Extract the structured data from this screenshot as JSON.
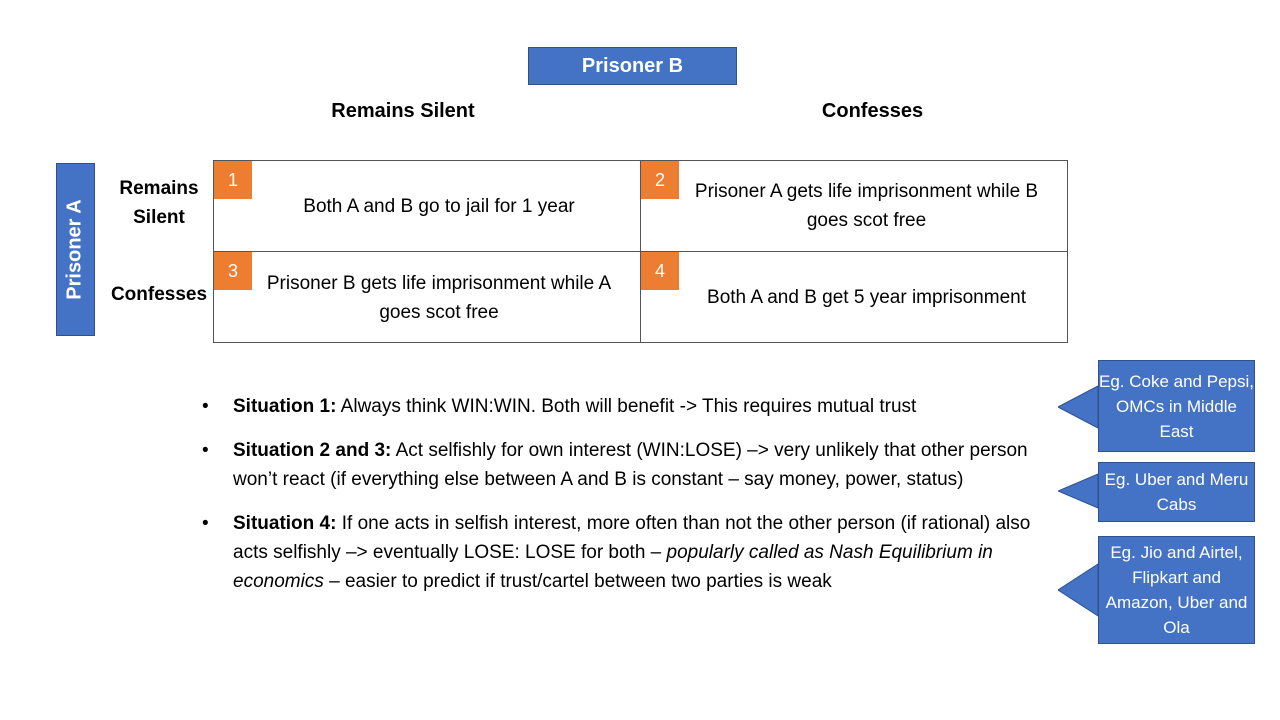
{
  "header": {
    "prisoner_b": "Prisoner B",
    "prisoner_a": "Prisoner A"
  },
  "columns": {
    "silent": "Remains Silent",
    "confess": "Confesses"
  },
  "rows": {
    "silent": "Remains Silent",
    "confess": "Confesses"
  },
  "cells": [
    {
      "num": "1",
      "text": "Both A and B go to jail for 1 year"
    },
    {
      "num": "2",
      "text": "Prisoner A gets life imprisonment while B goes scot free"
    },
    {
      "num": "3",
      "text": "Prisoner B gets life imprisonment while A goes scot free"
    },
    {
      "num": "4",
      "text": "Both A and B get 5 year imprisonment"
    }
  ],
  "bullets": [
    {
      "label": "Situation 1:",
      "text": " Always think WIN:WIN. Both will benefit -> This requires mutual trust"
    },
    {
      "label": "Situation 2 and 3:",
      "text": " Act selfishly for own interest (WIN:LOSE) –> very unlikely that other person won’t react (if everything else between A and B is constant – say money, power, status)"
    },
    {
      "label": "Situation 4:",
      "text_a": " If one acts in selfish interest, more often than not the other person (if rational) also acts selfishly –> eventually LOSE: LOSE for both – ",
      "italic": "popularly called as Nash Equilibrium in economics",
      "text_b": " – easier to predict if trust/cartel between two parties is weak"
    }
  ],
  "examples": [
    "Eg. Coke and Pepsi, OMCs in Middle East",
    "Eg. Uber and Meru Cabs",
    "Eg. Jio and Airtel, Flipkart and Amazon, Uber and Ola"
  ],
  "colors": {
    "blue": "#4472c4",
    "orange": "#ed7d31"
  }
}
